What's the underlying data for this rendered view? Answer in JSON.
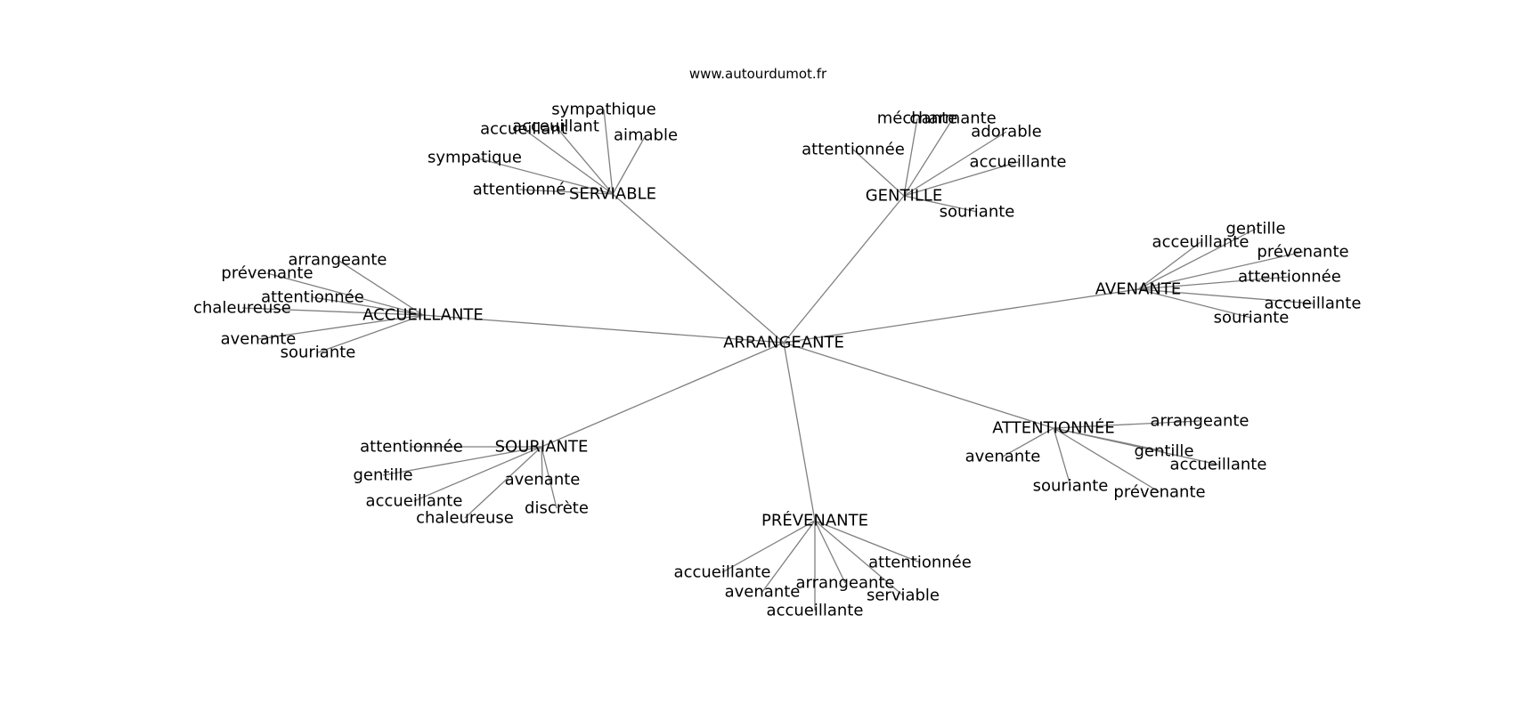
{
  "credit": "www.autourdumot.fr",
  "root": "ARRANGEANTE",
  "clusters": [
    {
      "label": "SERVIABLE",
      "leaves": [
        "sympathique",
        "accueillant",
        "acceuillant",
        "aimable",
        "sympatique",
        "attentionné"
      ]
    },
    {
      "label": "GENTILLE",
      "leaves": [
        "méchante",
        "charmante",
        "adorable",
        "attentionnée",
        "accueillante",
        "souriante"
      ]
    },
    {
      "label": "ACCUEILLANTE",
      "leaves": [
        "arrangeante",
        "prévenante",
        "attentionnée",
        "chaleureuse",
        "avenante",
        "souriante"
      ]
    },
    {
      "label": "AVENANTE",
      "leaves": [
        "gentille",
        "acceuillante",
        "prévenante",
        "attentionnée",
        "accueillante",
        "souriante"
      ]
    },
    {
      "label": "ATTENTIONNÉE",
      "leaves": [
        "arrangeante",
        "avenante",
        "gentille",
        "accueillante",
        "souriante",
        "prévenante"
      ]
    },
    {
      "label": "SOURIANTE",
      "leaves": [
        "attentionnée",
        "gentille",
        "avenante",
        "accueillante",
        "discrète",
        "chaleureuse"
      ]
    },
    {
      "label": "PRÉVENANTE",
      "leaves": [
        "attentionnée",
        "accueillante",
        "arrangeante",
        "avenante",
        "serviable",
        "accueillante"
      ]
    }
  ]
}
